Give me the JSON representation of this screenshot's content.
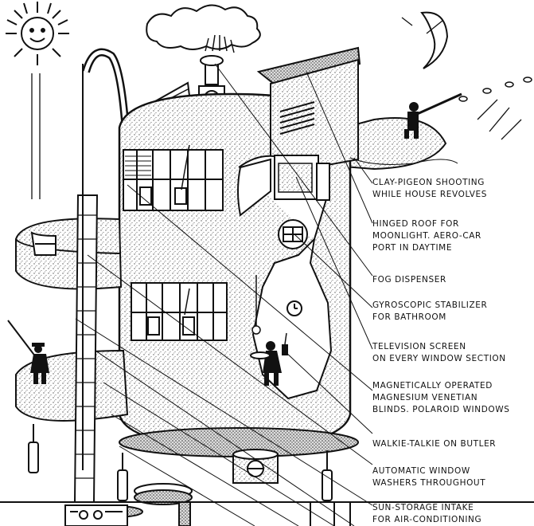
{
  "annotations": [
    {
      "id": "clay-pigeon",
      "lines": [
        "CLAY-PIGEON SHOOTING",
        "WHILE HOUSE REVOLVES"
      ]
    },
    {
      "id": "hinged-roof",
      "lines": [
        "HINGED ROOF FOR",
        "MOONLIGHT. AERO-CAR",
        "PORT IN DAYTIME"
      ]
    },
    {
      "id": "fog-dispenser",
      "lines": [
        "FOG DISPENSER"
      ]
    },
    {
      "id": "gyroscopic-stabilizer",
      "lines": [
        "GYROSCOPIC STABILIZER",
        "FOR BATHROOM"
      ]
    },
    {
      "id": "television-screen",
      "lines": [
        "TELEVISION SCREEN",
        "ON EVERY WINDOW SECTION"
      ]
    },
    {
      "id": "magnetic-blinds",
      "lines": [
        "MAGNETICALLY OPERATED",
        "MAGNESIUM VENETIAN",
        "BLINDS. POLAROID WINDOWS"
      ]
    },
    {
      "id": "walkie-talkie",
      "lines": [
        "WALKIE-TALKIE ON BUTLER"
      ]
    },
    {
      "id": "window-washers",
      "lines": [
        "AUTOMATIC WINDOW",
        "WASHERS THROUGHOUT"
      ]
    },
    {
      "id": "sun-storage",
      "lines": [
        "SUN-STORAGE INTAKE",
        "FOR AIR-CONDITIONING"
      ]
    }
  ],
  "colors": {
    "ink": "#111111",
    "paper": "#ffffff",
    "stipple": "#bdbdbd"
  }
}
